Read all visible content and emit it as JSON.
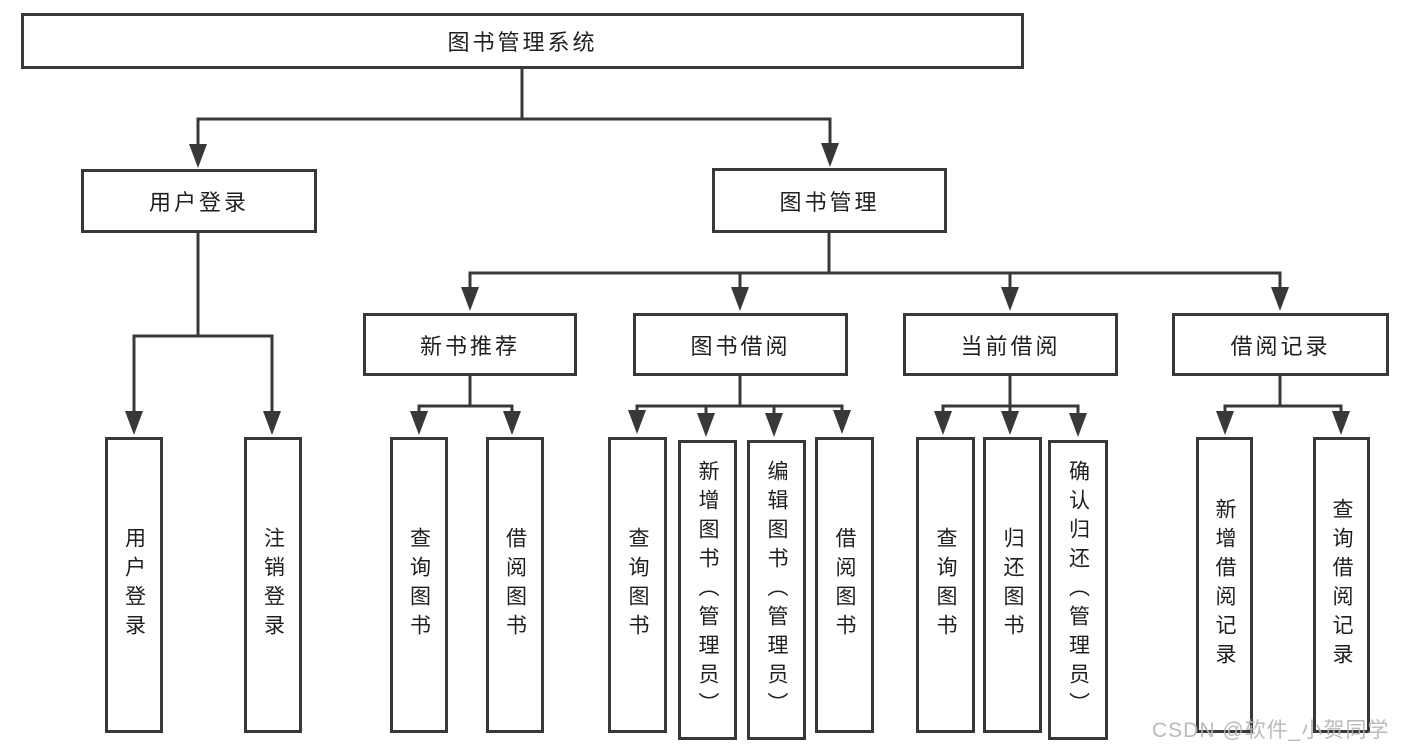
{
  "tree": {
    "label": "图书管理系统",
    "children": [
      {
        "label": "用户登录",
        "children": [
          {
            "label": "用户登录"
          },
          {
            "label": "注销登录"
          }
        ]
      },
      {
        "label": "图书管理",
        "children": [
          {
            "label": "新书推荐",
            "children": [
              {
                "label": "查询图书"
              },
              {
                "label": "借阅图书"
              }
            ]
          },
          {
            "label": "图书借阅",
            "children": [
              {
                "label": "查询图书"
              },
              {
                "label": "新增图书（管理员）"
              },
              {
                "label": "编辑图书（管理员）"
              },
              {
                "label": "借阅图书"
              }
            ]
          },
          {
            "label": "当前借阅",
            "children": [
              {
                "label": "查询图书"
              },
              {
                "label": "归还图书"
              },
              {
                "label": "确认归还（管理员）"
              }
            ]
          },
          {
            "label": "借阅记录",
            "children": [
              {
                "label": "新增借阅记录"
              },
              {
                "label": "查询借阅记录"
              }
            ]
          }
        ]
      }
    ]
  },
  "watermark": "CSDN @软件_小贺同学",
  "colors": {
    "line": "#383838",
    "text": "#1f1f1f",
    "watermark": "#b5b5b5",
    "background": "#ffffff"
  }
}
